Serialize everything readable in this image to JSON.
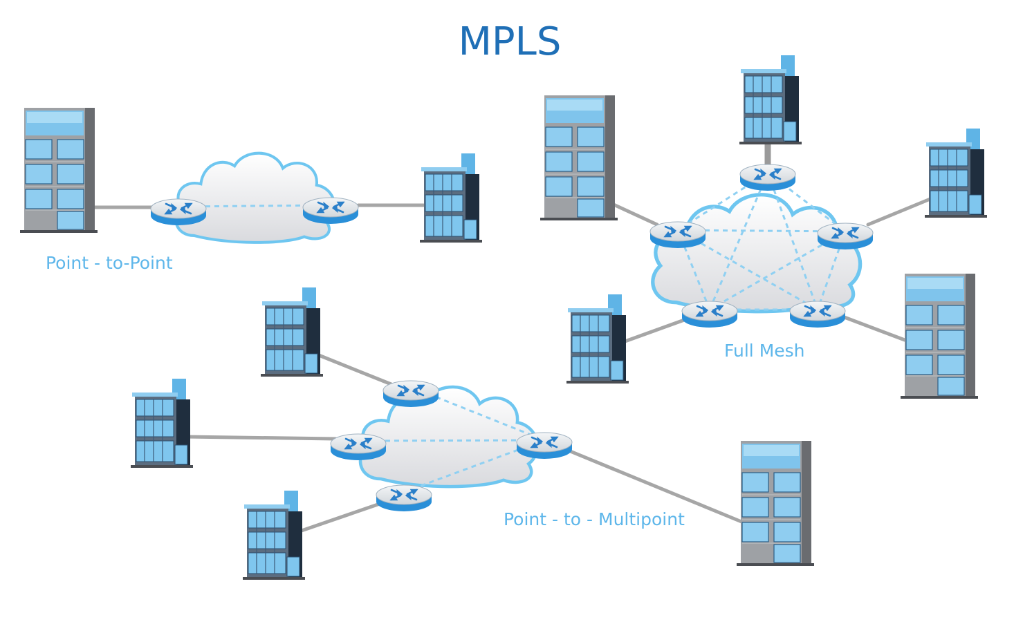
{
  "title": "MPLS",
  "captions": {
    "point_to_point": "Point - to-Point",
    "full_mesh": "Full Mesh",
    "point_to_multipoint": "Point - to - Multipoint"
  },
  "colors": {
    "title": "#1f6fb6",
    "caption": "#5db6ea",
    "cloud_outline": "#6ec6f0",
    "router": "#2a8fd8",
    "dashed_link": "#8fd0f2",
    "solid_link": "#a6a6a6"
  },
  "icons": [
    "cloud-icon",
    "router-icon",
    "building-icon"
  ]
}
